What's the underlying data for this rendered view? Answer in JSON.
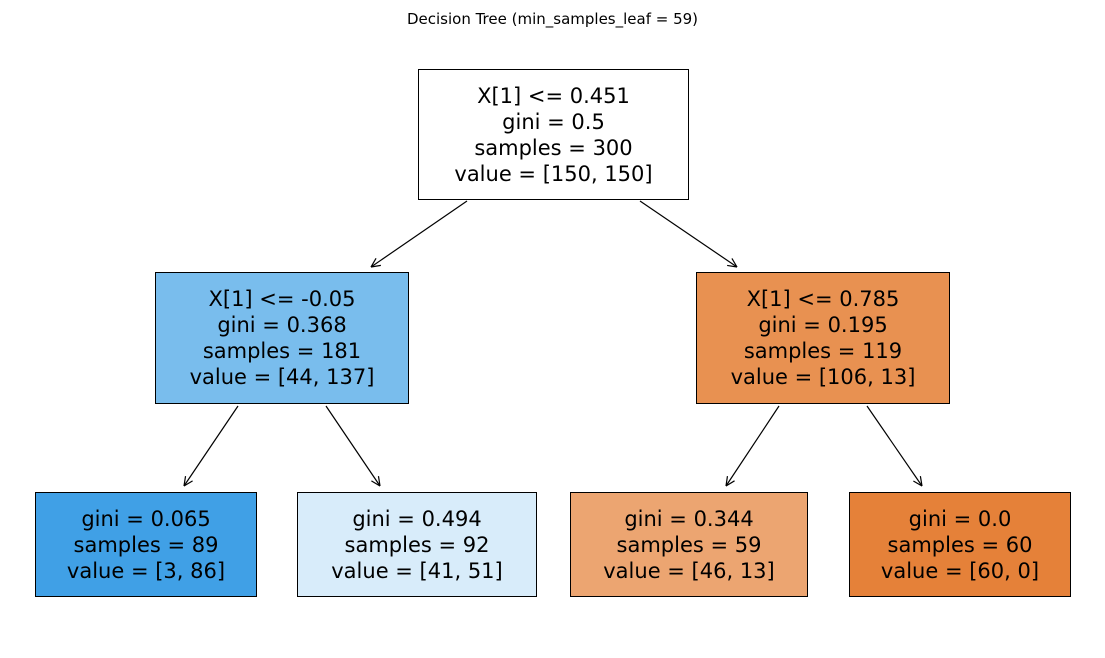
{
  "title": "Decision Tree (min_samples_leaf = 59)",
  "palette": {
    "class0_color": "#e58139",
    "class1_color": "#399de5",
    "edge_color": "#000000",
    "text_color": "#000000",
    "background": "#ffffff"
  },
  "tree": {
    "nodes": {
      "root": {
        "split": "X[1] <= 0.451",
        "gini": "gini = 0.5",
        "samples": "samples = 300",
        "value": "value = [150, 150]",
        "fill": "#ffffff"
      },
      "left": {
        "split": "X[1] <= -0.05",
        "gini": "gini = 0.368",
        "samples": "samples = 181",
        "value": "value = [44, 137]",
        "fill": "#79bded"
      },
      "right": {
        "split": "X[1] <= 0.785",
        "gini": "gini = 0.195",
        "samples": "samples = 119",
        "value": "value = [106, 13]",
        "fill": "#e89151"
      },
      "leaf1": {
        "gini": "gini = 0.065",
        "samples": "samples = 89",
        "value": "value = [3, 86]",
        "fill": "#40a0e6"
      },
      "leaf2": {
        "gini": "gini = 0.494",
        "samples": "samples = 92",
        "value": "value = [41, 51]",
        "fill": "#d8ecfa"
      },
      "leaf3": {
        "gini": "gini = 0.344",
        "samples": "samples = 59",
        "value": "value = [46, 13]",
        "fill": "#eca571"
      },
      "leaf4": {
        "gini": "gini = 0.0",
        "samples": "samples = 60",
        "value": "value = [60, 0]",
        "fill": "#e58139"
      }
    },
    "edges": [
      {
        "from": "root",
        "to": "left"
      },
      {
        "from": "root",
        "to": "right"
      },
      {
        "from": "left",
        "to": "leaf1"
      },
      {
        "from": "left",
        "to": "leaf2"
      },
      {
        "from": "right",
        "to": "leaf3"
      },
      {
        "from": "right",
        "to": "leaf4"
      }
    ]
  }
}
